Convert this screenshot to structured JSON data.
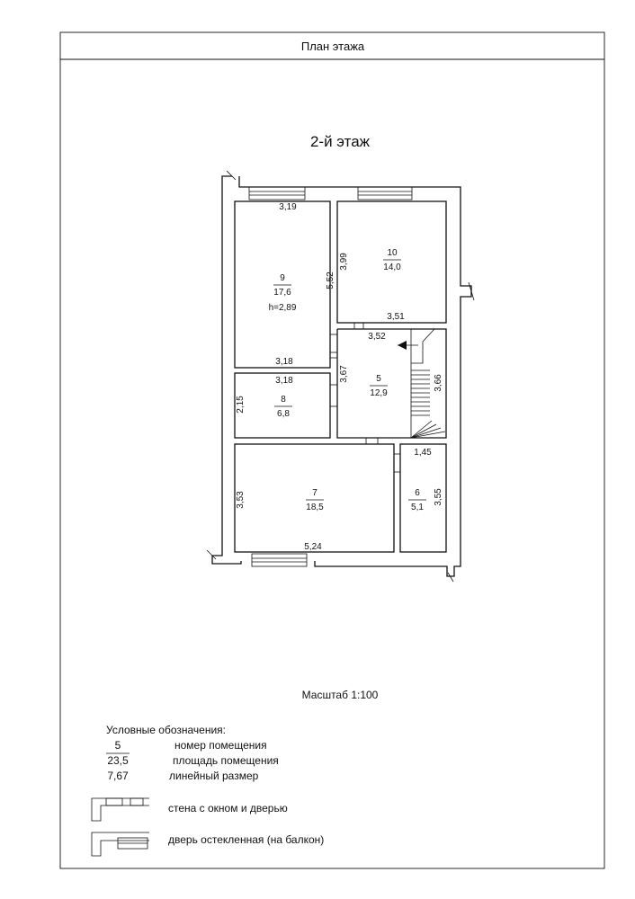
{
  "header": {
    "title": "План этажа"
  },
  "floor_label": "2-й этаж",
  "rooms": [
    {
      "number": "9",
      "area": "17,6",
      "height": "h=2,89",
      "dims": [
        "3,19",
        "5,52",
        "3,18"
      ]
    },
    {
      "number": "10",
      "area": "14,0",
      "dims": [
        "3,99",
        "3,51"
      ]
    },
    {
      "number": "5",
      "area": "12,9",
      "dims": [
        "3,52",
        "3,67",
        "3,66"
      ]
    },
    {
      "number": "8",
      "area": "6,8",
      "dims": [
        "3,18",
        "2,15"
      ]
    },
    {
      "number": "7",
      "area": "18,5",
      "dims": [
        "3,53",
        "5,24"
      ]
    },
    {
      "number": "6",
      "area": "5,1",
      "dims": [
        "1,45",
        "3,55"
      ]
    }
  ],
  "scale": "Масштаб 1:100",
  "legend": {
    "title": "Условные обозначения:",
    "rows": [
      {
        "sample": "5",
        "text": "номер помещения"
      },
      {
        "sample": "23,5",
        "text": "площадь помещения"
      },
      {
        "sample": "7,67",
        "text": "линейный размер"
      }
    ],
    "symbols": [
      {
        "text": "стена с окном и дверью"
      },
      {
        "text": "дверь остекленная (на балкон)"
      }
    ]
  }
}
